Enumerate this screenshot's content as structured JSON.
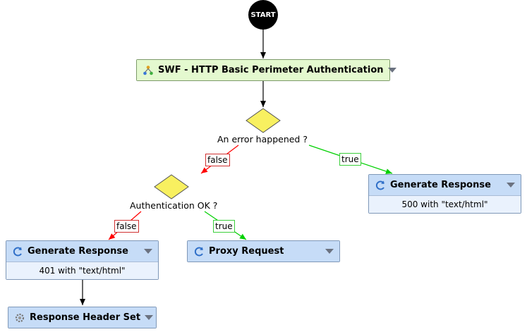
{
  "start_label": "START",
  "swf_node": {
    "title": "SWF - HTTP Basic Perimeter Authentication",
    "icon": "workflow-icon"
  },
  "decision1": {
    "label": "An error happened ?"
  },
  "decision2": {
    "label": "Authentication OK ?"
  },
  "branch_labels": {
    "false": "false",
    "true": "true"
  },
  "gen_response_500": {
    "title": "Generate Response",
    "detail": "500 with \"text/html\"",
    "icon": "response-icon"
  },
  "gen_response_401": {
    "title": "Generate Response",
    "detail": "401 with \"text/html\"",
    "icon": "response-icon"
  },
  "proxy_request": {
    "title": "Proxy Request",
    "icon": "response-icon"
  },
  "header_set": {
    "title": "Response Header Set",
    "icon": "gear-icon"
  },
  "colors": {
    "node_green": "#e4f9cf",
    "node_blue": "#c6dcf7",
    "diamond": "#f8f060",
    "false_edge": "#ff0000",
    "true_edge": "#00e000"
  }
}
